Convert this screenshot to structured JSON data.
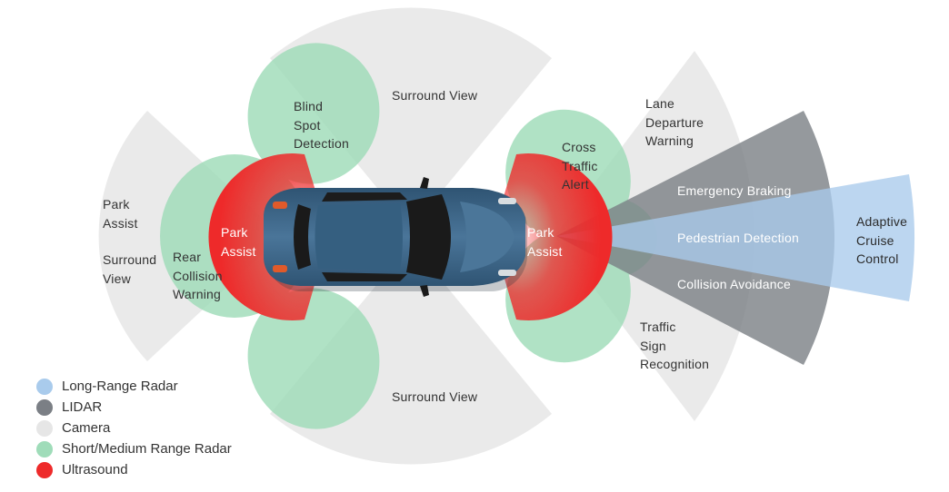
{
  "colors": {
    "long_range_radar": "#a9cbec",
    "lidar": "#7b7f85",
    "camera": "#e6e6e6",
    "short_medium_radar": "#9fdcb9",
    "ultrasound": "#ee2a2a",
    "car_body": "#3e6889"
  },
  "labels": {
    "surround_view_top": "Surround View",
    "surround_view_bottom": "Surround View",
    "blind_spot": "Blind\nSpot\nDetection",
    "park_assist_left_camera": "Park\nAssist",
    "surround_view_left": "Surround\nView",
    "rear_collision": "Rear\nCollision\nWarning",
    "park_assist_rear": "Park\nAssist",
    "park_assist_front": "Park\nAssist",
    "cross_traffic": "Cross\nTraffic\nAlert",
    "lane_departure": "Lane\nDeparture\nWarning",
    "emergency_braking": "Emergency Braking",
    "pedestrian_detection": "Pedestrian Detection",
    "collision_avoidance": "Collision Avoidance",
    "adaptive_cruise": "Adaptive\nCruise\nControl",
    "traffic_sign": "Traffic\nSign\nRecognition"
  },
  "legend": [
    {
      "label": "Long-Range Radar",
      "color": "#a9cbec"
    },
    {
      "label": "LIDAR",
      "color": "#7b7f85"
    },
    {
      "label": "Camera",
      "color": "#e6e6e6"
    },
    {
      "label": "Short/Medium Range Radar",
      "color": "#9fdcb9"
    },
    {
      "label": "Ultrasound",
      "color": "#ee2a2a"
    }
  ]
}
